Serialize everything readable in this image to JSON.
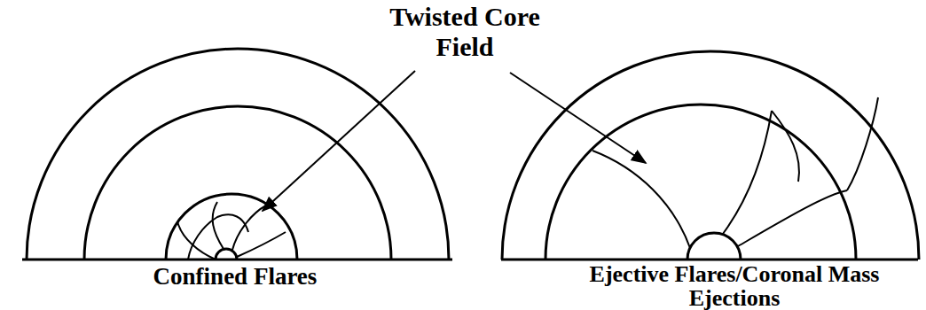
{
  "diagram": {
    "labels": [
      "Twisted Core Field",
      "Confined Flares",
      "Ejective Flares/Coronal Mass Ejections"
    ]
  }
}
